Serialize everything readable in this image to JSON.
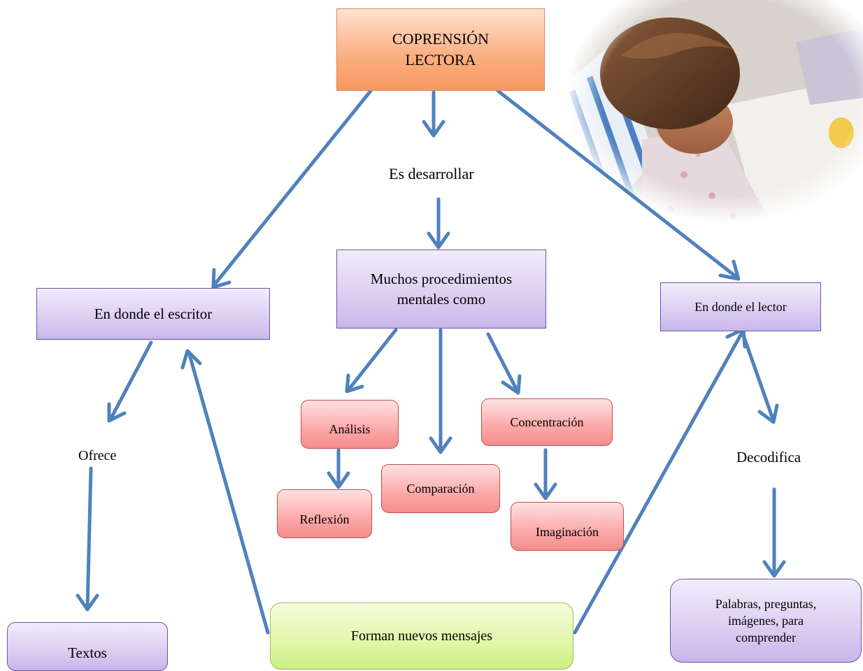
{
  "nodes": {
    "title": "COPRENSIÓN LECTORA",
    "es_desarrollar": "Es desarrollar",
    "procedimientos": "Muchos procedimientos mentales como",
    "escritor": "En donde el escritor",
    "lector": "En donde el lector",
    "analisis": "Análisis",
    "reflexion": "Reflexión",
    "comparacion": "Comparación",
    "concentracion": "Concentración",
    "imaginacion": "Imaginación",
    "ofrece": "Ofrece",
    "decodifica": "Decodifica",
    "textos": "Textos",
    "mensajes": "Forman nuevos mensajes",
    "palabras": "Palabras, preguntas, imágenes,  para comprender"
  },
  "colors": {
    "arrow": "#4f81bd",
    "orange": "#f9a46e",
    "purple": "#d9ccf0",
    "pink": "#f9a3a3",
    "green": "#dcf59c"
  },
  "image": {
    "subject": "child-reading-photo"
  }
}
